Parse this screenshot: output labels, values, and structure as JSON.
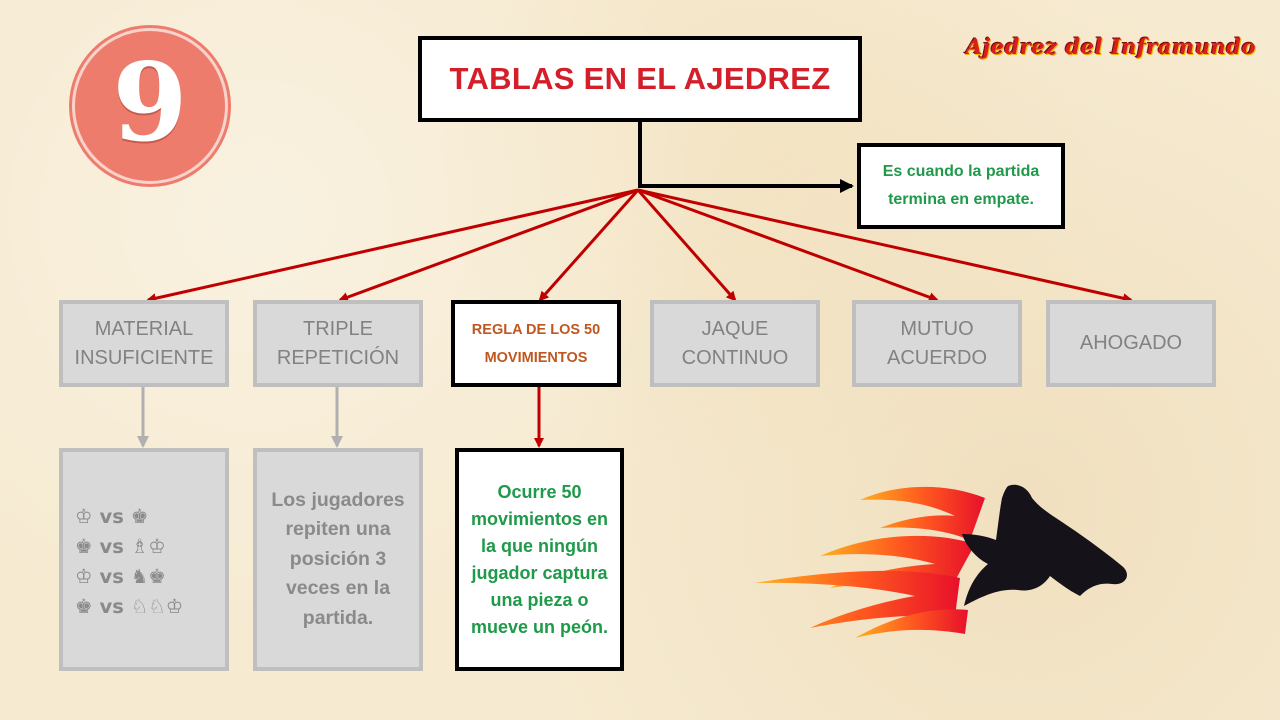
{
  "badge": {
    "number": "9"
  },
  "brand": "Ajedrez del Inframundo",
  "title": "TABLAS EN EL AJEDREZ",
  "definition": "Es cuando la partida termina en empate.",
  "categories": [
    {
      "label_lines": [
        "MATERIAL",
        "INSUFICIENTE"
      ],
      "highlighted": false
    },
    {
      "label_lines": [
        "TRIPLE",
        "REPETICIÓN"
      ],
      "highlighted": false
    },
    {
      "label_lines": [
        "REGLA DE LOS 50",
        "MOVIMIENTOS"
      ],
      "highlighted": true
    },
    {
      "label_lines": [
        "JAQUE",
        "CONTINUO"
      ],
      "highlighted": false
    },
    {
      "label_lines": [
        "MUTUO",
        "ACUERDO"
      ],
      "highlighted": false
    },
    {
      "label_lines": [
        "AHOGADO"
      ],
      "highlighted": false
    }
  ],
  "details": {
    "material_insuficiente": {
      "rows": [
        {
          "left": "♔",
          "vs": "vs",
          "right": "♚"
        },
        {
          "left": "♚",
          "vs": "vs",
          "right": "♗♔"
        },
        {
          "left": "♔",
          "vs": "vs",
          "right": "♞♚"
        },
        {
          "left": "♚",
          "vs": "vs",
          "right": "♘♘♔"
        }
      ]
    },
    "triple_repeticion": [
      "Los jugadores",
      "repiten una",
      "posición 3",
      "veces en la",
      "partida."
    ],
    "regla_50": [
      "Ocurre 50",
      "movimientos en",
      "la que ningún",
      "jugador captura",
      "una pieza o",
      "mueve un peón."
    ]
  },
  "colors": {
    "title_red": "#d41f2b",
    "definition_green": "#1e9a4a",
    "arrow_red": "#c00000",
    "highlight_orange": "#c0571f",
    "badge": "#ee7c6d",
    "gray_box": "#d9d9d9"
  },
  "icons": {
    "logo": "flaming-horse-logo"
  }
}
